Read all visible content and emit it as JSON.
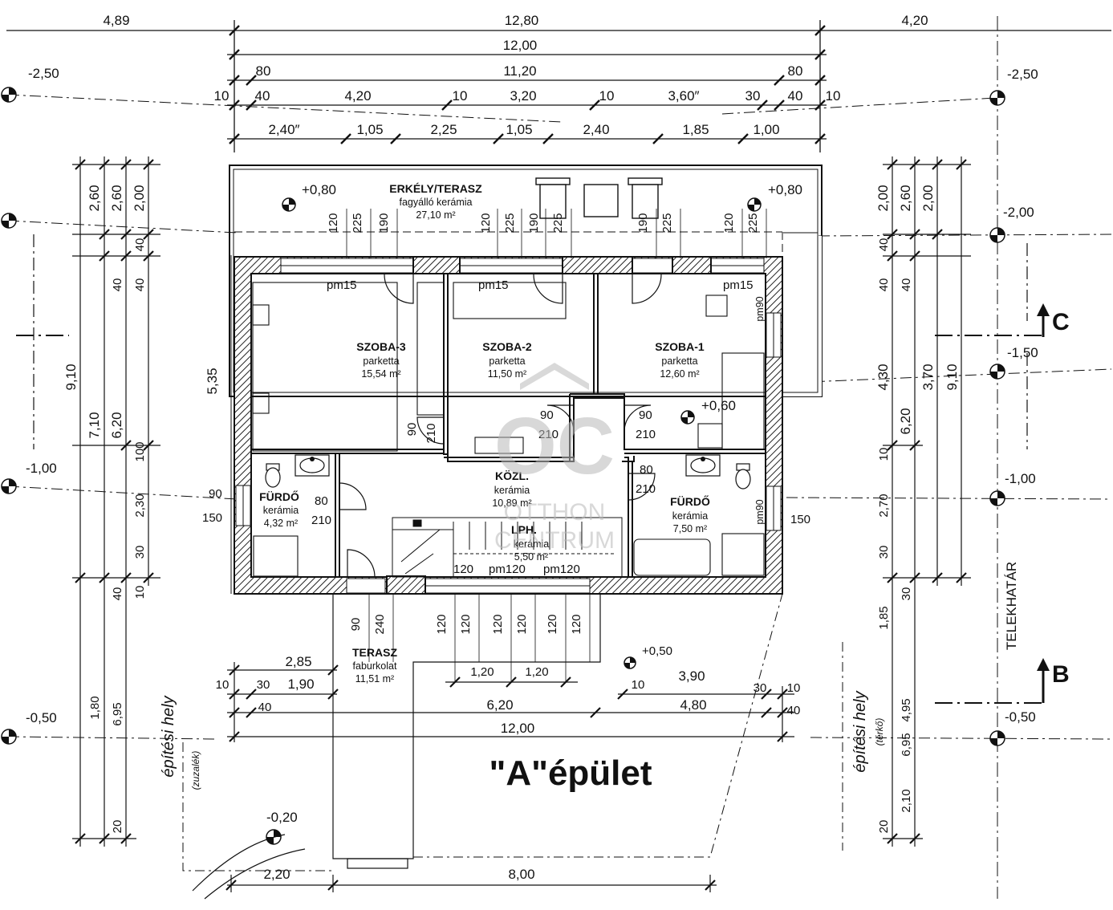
{
  "title": "\"A\"épület",
  "top_dims": {
    "row1": [
      "4,89",
      "12,80",
      "4,20"
    ],
    "row2": [
      "12,00"
    ],
    "row3": [
      "80",
      "11,20",
      "80"
    ],
    "row4": [
      "10",
      "40",
      "4,20",
      "10",
      "3,20",
      "10",
      "3,60″",
      "30",
      "40",
      "10"
    ],
    "row5": [
      "2,40″",
      "1,05",
      "2,25",
      "1,05",
      "2,40",
      "1,85",
      "1,00"
    ]
  },
  "bottom_dims": {
    "row1": [
      "2,85",
      "1,20",
      "1,20",
      "3,90"
    ],
    "row2": [
      "10",
      "30",
      "1,90",
      "10",
      "30",
      "10"
    ],
    "row3": [
      "40",
      "6,20",
      "4,80",
      "40"
    ],
    "row4": [
      "12,00"
    ],
    "row5": [
      "2,20",
      "8,00"
    ]
  },
  "left_dims": {
    "outer": [
      "9,10",
      "1,80"
    ],
    "mid": [
      "7,10",
      "6,95"
    ],
    "inner1": [
      "2,60",
      "40",
      "6,20",
      "40",
      "20"
    ],
    "inner2": [
      "2,60",
      "40",
      "100",
      "2,30",
      "30",
      "10",
      "20"
    ],
    "inner3": [
      "2,00",
      "40"
    ],
    "wall": "5,35"
  },
  "right_dims": {
    "outer": [
      "9,10",
      "6,95"
    ],
    "mid": [
      "2,00",
      "40",
      "40",
      "6,20",
      "10",
      "2,70",
      "30",
      "4,95",
      "20"
    ],
    "mid2": [
      "2,60",
      "3,70",
      "30",
      "1,85",
      "2,10"
    ],
    "inner": [
      "2,00",
      "4,30"
    ]
  },
  "levels": {
    "l1": "-2,50",
    "l2": "-1,00",
    "l3": "-0,50",
    "r1": "-2,50",
    "r2": "-2,00",
    "r3": "-1,50",
    "r4": "-1,00",
    "r5": "-0,50",
    "balc_l": "+0,80",
    "balc_r": "+0,80",
    "room1": "+0,60",
    "terr": "+0,50",
    "path": "-0,20"
  },
  "rooms": {
    "erkely": {
      "name": "ERKÉLY/TERASZ",
      "mat": "fagyálló kerámia",
      "area": "27,10 m²"
    },
    "szoba3": {
      "name": "SZOBA-3",
      "mat": "parketta",
      "area": "15,54 m²"
    },
    "szoba2": {
      "name": "SZOBA-2",
      "mat": "parketta",
      "area": "11,50 m²"
    },
    "szoba1": {
      "name": "SZOBA-1",
      "mat": "parketta",
      "area": "12,60 m²"
    },
    "kozl": {
      "name": "KÖZL.",
      "mat": "kerámia",
      "area": "10,89 m²"
    },
    "furdo_l": {
      "name": "FÜRDŐ",
      "mat": "kerámia",
      "area": "4,32 m²"
    },
    "furdo_r": {
      "name": "FÜRDŐ",
      "mat": "kerámia",
      "area": "7,50 m²"
    },
    "lph": {
      "name": "LPH.",
      "mat": "kerámia",
      "area": "5,50 m²"
    },
    "terasz": {
      "name": "TERASZ",
      "mat": "faburkolat",
      "area": "11,51 m²"
    }
  },
  "openings": {
    "win_top": [
      "120",
      "225",
      "190",
      "120",
      "225",
      "190",
      "225",
      "190",
      "225",
      "120",
      "225"
    ],
    "pm15": "pm15",
    "pm90": "pm90",
    "door_inner": [
      "90",
      "210",
      "90",
      "210",
      "90",
      "210",
      "80",
      "210",
      "80",
      "210"
    ],
    "left_win": [
      "90",
      "150"
    ],
    "right_win": "150",
    "front": [
      "90",
      "240",
      "120",
      "120",
      "120",
      "120",
      "120",
      "120"
    ],
    "stair": [
      "120",
      "pm120",
      "pm120"
    ]
  },
  "side_labels": {
    "left": "építési hely",
    "left_sub": "(zuzalék)",
    "right": "építési hely",
    "right_sub": "(térkő)",
    "boundary": "TELEKHATÁR"
  },
  "section_marks": {
    "c": "C",
    "b": "B"
  },
  "watermark": {
    "mono": "OC",
    "line1": "OTTHON",
    "line2": "CENTRUM"
  }
}
